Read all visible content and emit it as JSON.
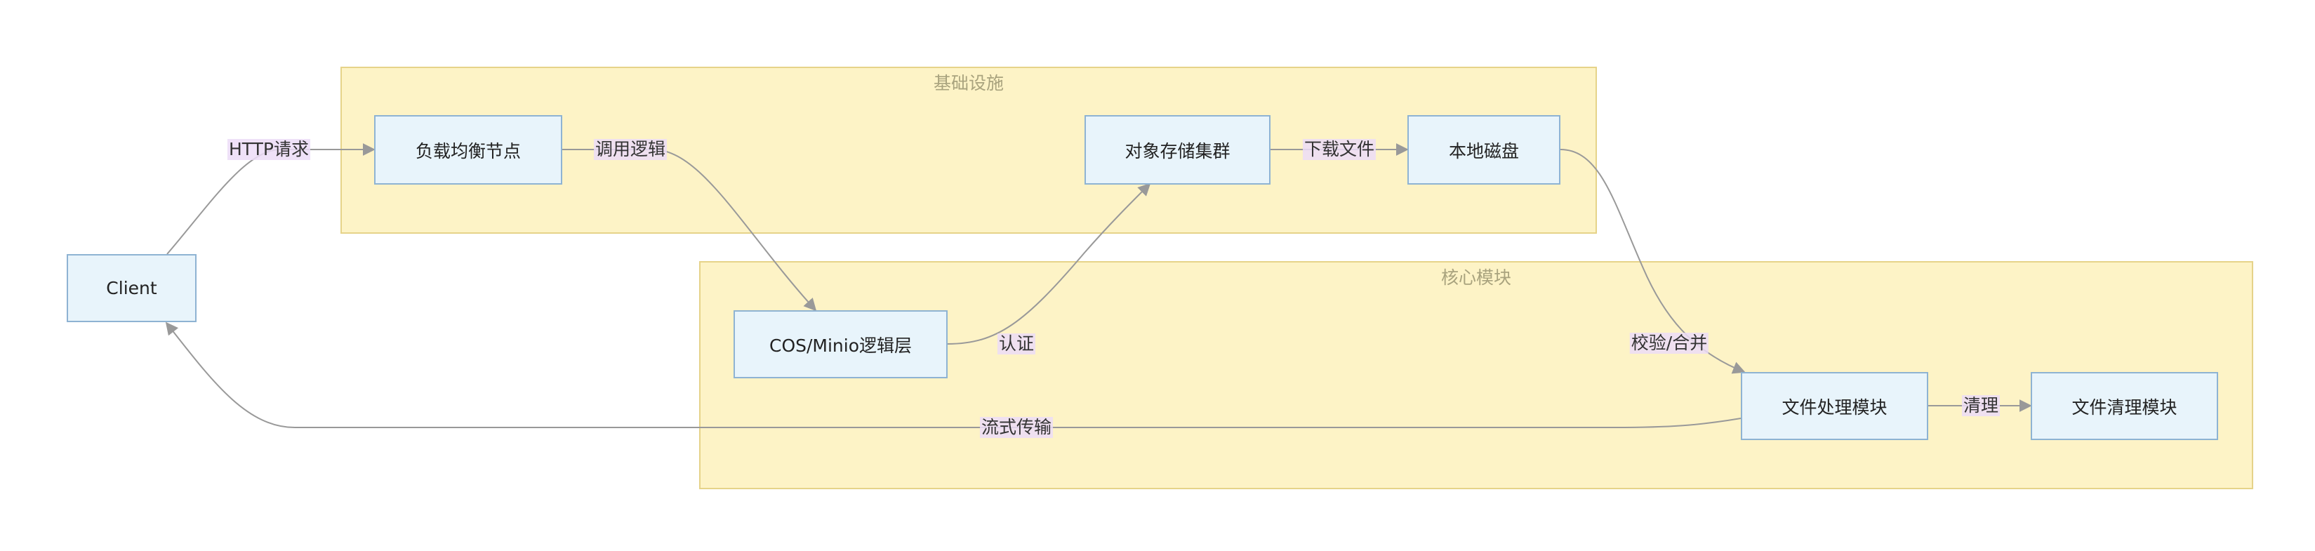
{
  "clusters": {
    "infra": {
      "title": "基础设施"
    },
    "core": {
      "title": "核心模块"
    }
  },
  "nodes": {
    "client": "Client",
    "lb": "负载均衡节点",
    "cos": "COS/Minio逻辑层",
    "oss": "对象存储集群",
    "disk": "本地磁盘",
    "proc": "文件处理模块",
    "clean": "文件清理模块"
  },
  "edges": {
    "http": "HTTP请求",
    "invoke": "调用逻辑",
    "auth": "认证",
    "download": "下载文件",
    "verify": "校验/合并",
    "cleanup": "清理",
    "stream": "流式传输"
  },
  "colors": {
    "cluster_fill": "#fdf3c6",
    "cluster_border": "#e6d389",
    "node_fill": "#e8f4fb",
    "node_border": "#8eb3d3",
    "edge": "#999999",
    "label_bg": "#ecdcf7"
  }
}
